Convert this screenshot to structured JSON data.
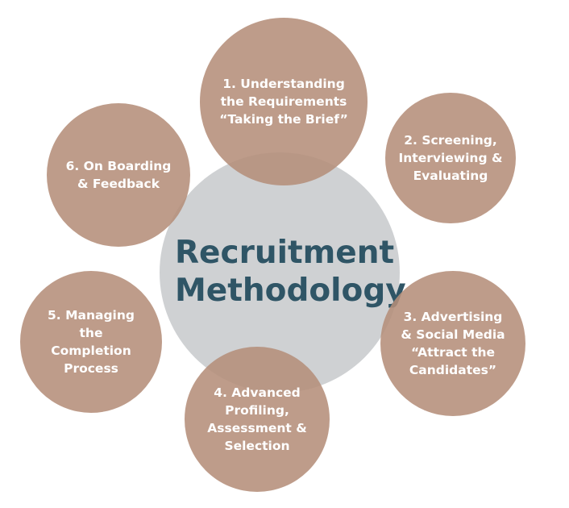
{
  "center": {
    "title_line1": "Recruitment",
    "title_line2": "Methodology"
  },
  "steps": [
    {
      "lines": [
        "1. Understanding",
        "the Requirements",
        "“Taking the Brief”"
      ]
    },
    {
      "lines": [
        "2. Screening,",
        "Interviewing &",
        "Evaluating"
      ]
    },
    {
      "lines": [
        "3. Advertising",
        "& Social Media",
        "“Attract the",
        "Candidates”"
      ]
    },
    {
      "lines": [
        "4. Advanced",
        "Profiling,",
        "Assessment &",
        "Selection"
      ]
    },
    {
      "lines": [
        "5. Managing",
        "the",
        "Completion",
        "Process"
      ]
    },
    {
      "lines": [
        "6. On Boarding",
        "& Feedback"
      ]
    }
  ],
  "colors": {
    "step_fill": "#b58e7a",
    "center_fill": "#b2b4b8",
    "title_text": "#2f5566",
    "step_text": "#ffffff"
  }
}
